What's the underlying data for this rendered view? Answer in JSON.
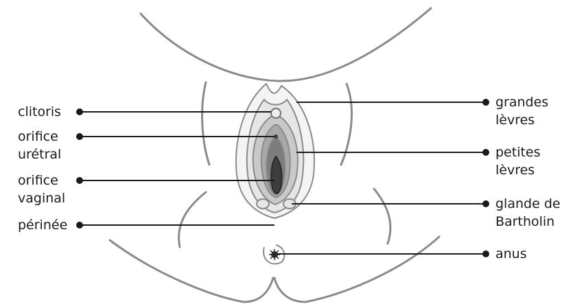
{
  "diagram": {
    "labels": {
      "clitoris": [
        "clitoris"
      ],
      "orifice_uretral": [
        "orifice",
        "urétral"
      ],
      "orifice_vaginal": [
        "orifice",
        "vaginal"
      ],
      "perinee": [
        "périnée"
      ],
      "grandes_levres": [
        "grandes",
        "lèvres"
      ],
      "petites_levres": [
        "petites",
        "lèvres"
      ],
      "glande_bartholin": [
        "glande de",
        "Bartholin"
      ],
      "anus": [
        "anus"
      ]
    }
  },
  "colors": {
    "outline": "#8a8a8a",
    "leader": "#1a1a1a",
    "outer_tissue": "#d9d9d9",
    "mid_tissue": "#b5b5b5",
    "inner_tissue": "#8c8c8c",
    "dark_tissue": "#4a4a4a"
  }
}
